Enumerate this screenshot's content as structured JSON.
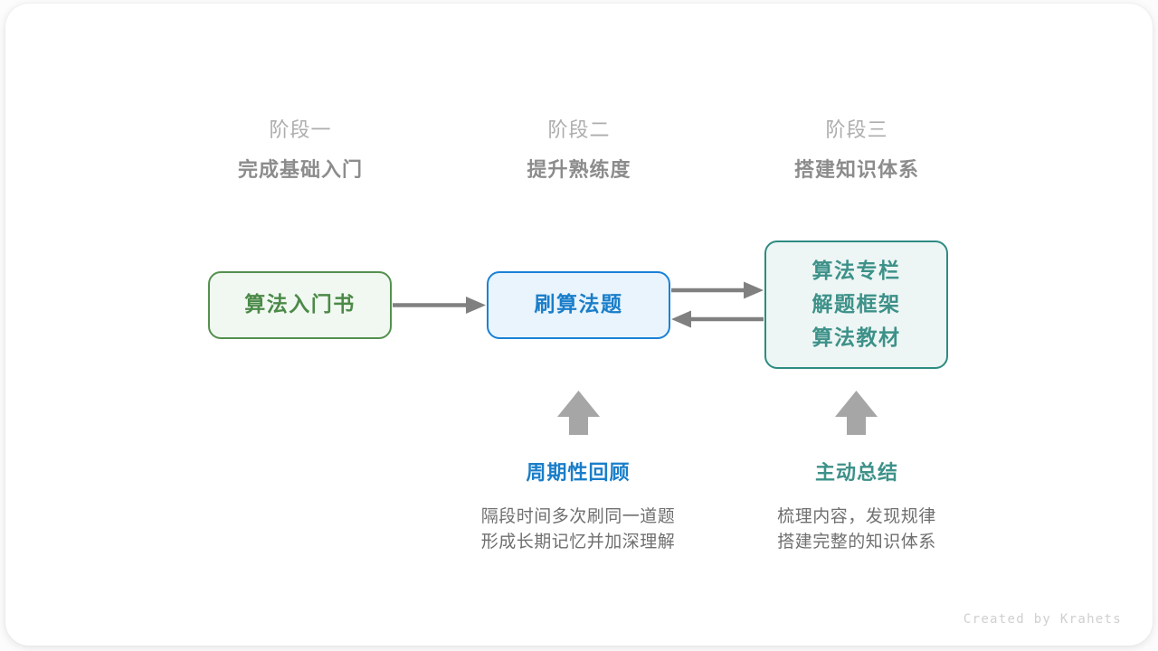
{
  "canvas": {
    "background": "#fcfcfc",
    "card_background": "#ffffff"
  },
  "stages": [
    {
      "index_label": "阶段一",
      "title": "完成基础入门"
    },
    {
      "index_label": "阶段二",
      "title": "提升熟练度"
    },
    {
      "index_label": "阶段三",
      "title": "搭建知识体系"
    }
  ],
  "nodes": [
    {
      "id": "node-book",
      "lines": [
        "算法入门书"
      ],
      "text_color": "#4b8a48",
      "border_color": "#54904f",
      "fill_color": "#f1f8f1"
    },
    {
      "id": "node-practice",
      "lines": [
        "刷算法题"
      ],
      "text_color": "#1a7ec9",
      "border_color": "#1a81d6",
      "fill_color": "#e9f4fd"
    },
    {
      "id": "node-resources",
      "lines": [
        "算法专栏",
        "解题框架",
        "算法教材"
      ],
      "text_color": "#3d9189",
      "border_color": "#2e8b82",
      "fill_color": "#edf6f4"
    }
  ],
  "connectors": {
    "color": "#808080",
    "arrows": [
      {
        "name": "book-to-practice",
        "direction": "right"
      },
      {
        "name": "practice-to-resources",
        "direction": "right"
      },
      {
        "name": "resources-to-practice",
        "direction": "left"
      }
    ],
    "up_arrows": [
      {
        "name": "up-arrow-review",
        "color": "#a6a6a6"
      },
      {
        "name": "up-arrow-summary",
        "color": "#a6a6a6"
      }
    ]
  },
  "notes": [
    {
      "id": "note-review",
      "title": "周期性回顾",
      "title_color": "#1a7ec9",
      "body_lines": [
        "隔段时间多次刷同一道题",
        "形成长期记忆并加深理解"
      ]
    },
    {
      "id": "note-summary",
      "title": "主动总结",
      "title_color": "#3d9189",
      "body_lines": [
        "梳理内容，发现规律",
        "搭建完整的知识体系"
      ]
    }
  ],
  "credit": {
    "text": "Created by Krahets"
  }
}
